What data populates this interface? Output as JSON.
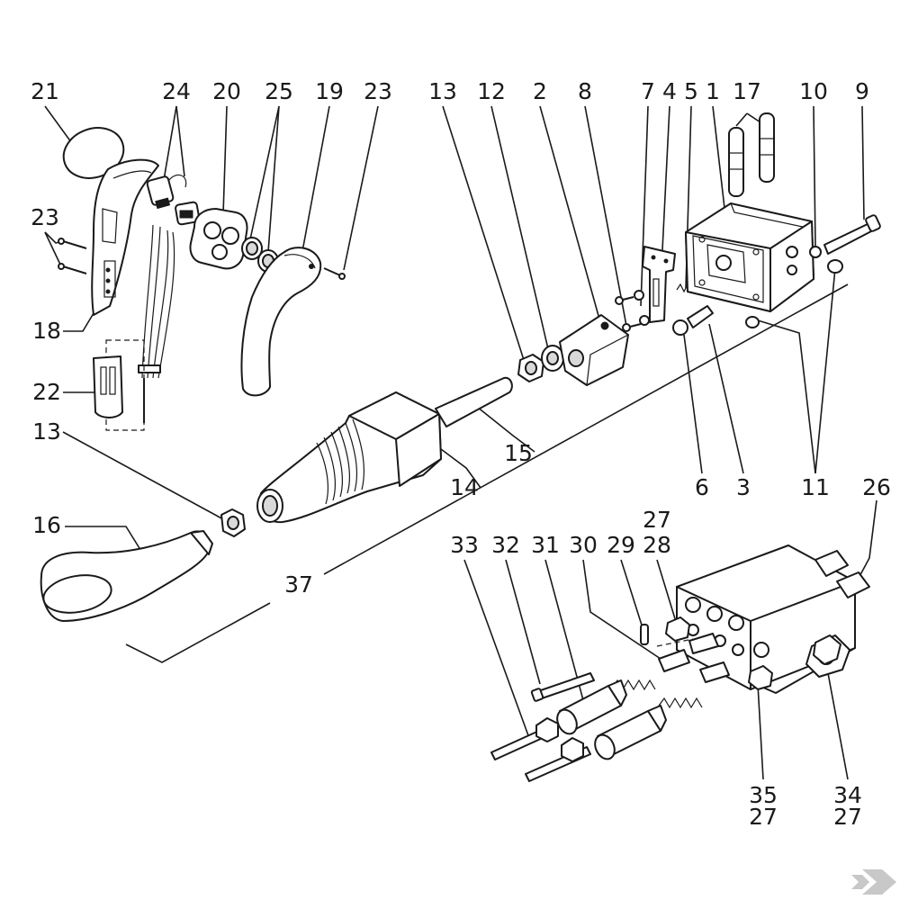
{
  "callouts": [
    {
      "id": "c-21",
      "text": "21"
    },
    {
      "id": "c-24",
      "text": "24"
    },
    {
      "id": "c-20",
      "text": "20"
    },
    {
      "id": "c-25",
      "text": "25"
    },
    {
      "id": "c-19",
      "text": "19"
    },
    {
      "id": "c-23a",
      "text": "23"
    },
    {
      "id": "c-13a",
      "text": "13"
    },
    {
      "id": "c-12",
      "text": "12"
    },
    {
      "id": "c-2",
      "text": "2"
    },
    {
      "id": "c-8",
      "text": "8"
    },
    {
      "id": "c-7",
      "text": "7"
    },
    {
      "id": "c-4",
      "text": "4"
    },
    {
      "id": "c-5",
      "text": "5"
    },
    {
      "id": "c-1",
      "text": "1"
    },
    {
      "id": "c-17",
      "text": "17"
    },
    {
      "id": "c-10",
      "text": "10"
    },
    {
      "id": "c-9",
      "text": "9"
    },
    {
      "id": "c-23b",
      "text": "23"
    },
    {
      "id": "c-18",
      "text": "18"
    },
    {
      "id": "c-22",
      "text": "22"
    },
    {
      "id": "c-13b",
      "text": "13"
    },
    {
      "id": "c-15",
      "text": "15"
    },
    {
      "id": "c-14",
      "text": "14"
    },
    {
      "id": "c-6",
      "text": "6"
    },
    {
      "id": "c-3",
      "text": "3"
    },
    {
      "id": "c-11",
      "text": "11"
    },
    {
      "id": "c-26",
      "text": "26"
    },
    {
      "id": "c-16",
      "text": "16"
    },
    {
      "id": "c-27a",
      "text": "27"
    },
    {
      "id": "c-33",
      "text": "33"
    },
    {
      "id": "c-32",
      "text": "32"
    },
    {
      "id": "c-31",
      "text": "31"
    },
    {
      "id": "c-30",
      "text": "30"
    },
    {
      "id": "c-29",
      "text": "29"
    },
    {
      "id": "c-28",
      "text": "28"
    },
    {
      "id": "c-37",
      "text": "37"
    },
    {
      "id": "c-35",
      "text": "35"
    },
    {
      "id": "c-27b",
      "text": "27"
    },
    {
      "id": "c-34",
      "text": "34"
    },
    {
      "id": "c-27c",
      "text": "27"
    }
  ],
  "logo": {
    "name": "brand-logo-mark"
  }
}
